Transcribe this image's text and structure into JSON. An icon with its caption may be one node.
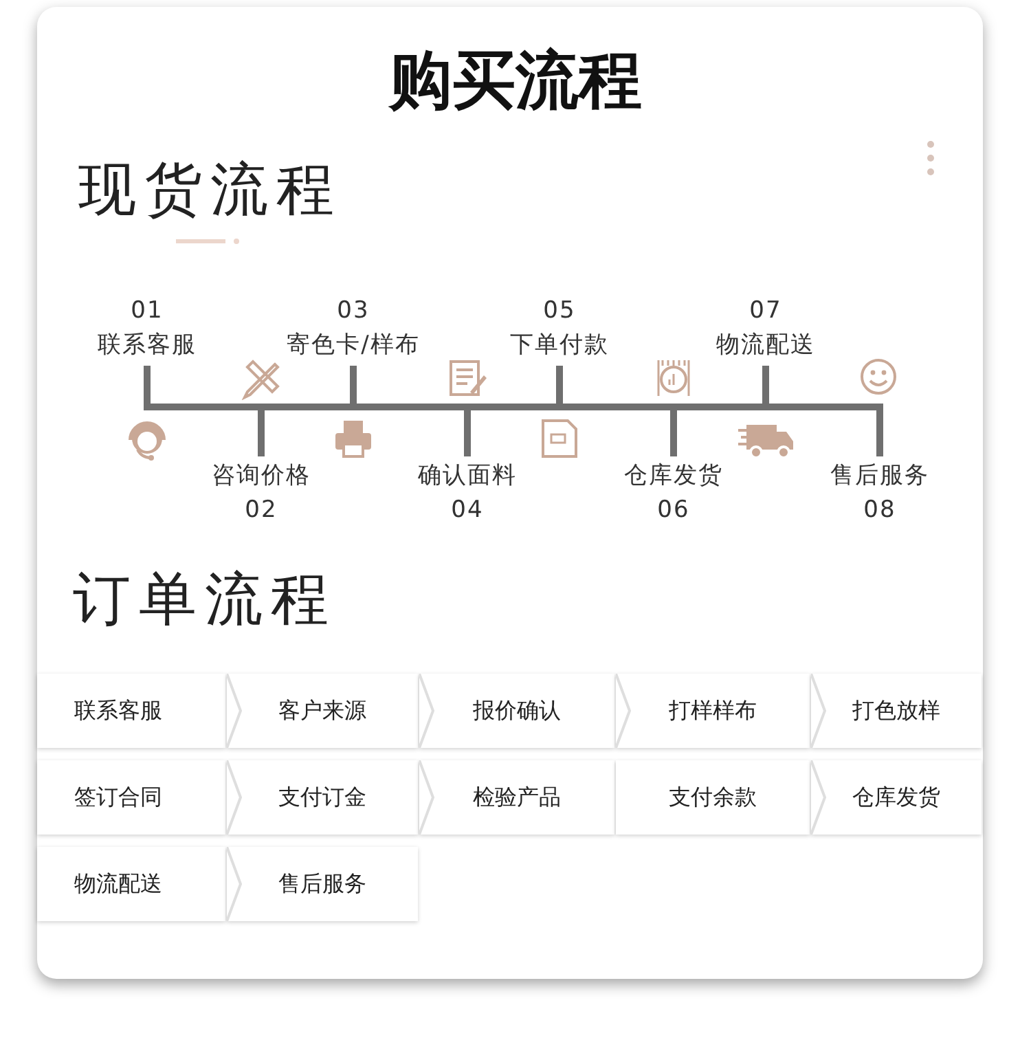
{
  "diagram": {
    "title": "购买流程",
    "nodes": [
      {
        "text": [
          "01",
          "联系客服"
        ]
      },
      {
        "text": [
          "咨询价格",
          "02"
        ]
      },
      {
        "text": [
          "03",
          "寄色卡/样布"
        ]
      },
      {
        "text": [
          "确认面料",
          "04"
        ]
      },
      {
        "text": [
          "05",
          "下单付款"
        ]
      },
      {
        "text": [
          "仓库发货",
          "06"
        ]
      },
      {
        "text": [
          "07",
          "物流配送"
        ]
      },
      {
        "text": [
          "售后服务",
          "08"
        ]
      },
      {
        "text": [
          "联系客服"
        ]
      },
      {
        "text": [
          "客户来源"
        ]
      },
      {
        "text": [
          "报价确认"
        ]
      },
      {
        "text": [
          "打样样布"
        ]
      },
      {
        "text": [
          "打色放样"
        ]
      },
      {
        "text": [
          "签订合同"
        ]
      },
      {
        "text": [
          "支付订金"
        ]
      },
      {
        "text": [
          "检验产品"
        ]
      },
      {
        "text": [
          "支付余款"
        ]
      },
      {
        "text": [
          "仓库发货"
        ]
      },
      {
        "text": [
          "物流配送"
        ]
      },
      {
        "text": [
          "售后服务"
        ]
      }
    ],
    "edges": [
      {
        "from": 0,
        "to": 1,
        "arrow": "none"
      },
      {
        "from": 1,
        "to": 2,
        "arrow": "none"
      },
      {
        "from": 2,
        "to": 3,
        "arrow": "none"
      },
      {
        "from": 3,
        "to": 4,
        "arrow": "none"
      },
      {
        "from": 4,
        "to": 5,
        "arrow": "none"
      },
      {
        "from": 5,
        "to": 6,
        "arrow": "none"
      },
      {
        "from": 6,
        "to": 7,
        "arrow": "none"
      }
    ],
    "labels": [
      "现货流程",
      "订单流程"
    ]
  }
}
